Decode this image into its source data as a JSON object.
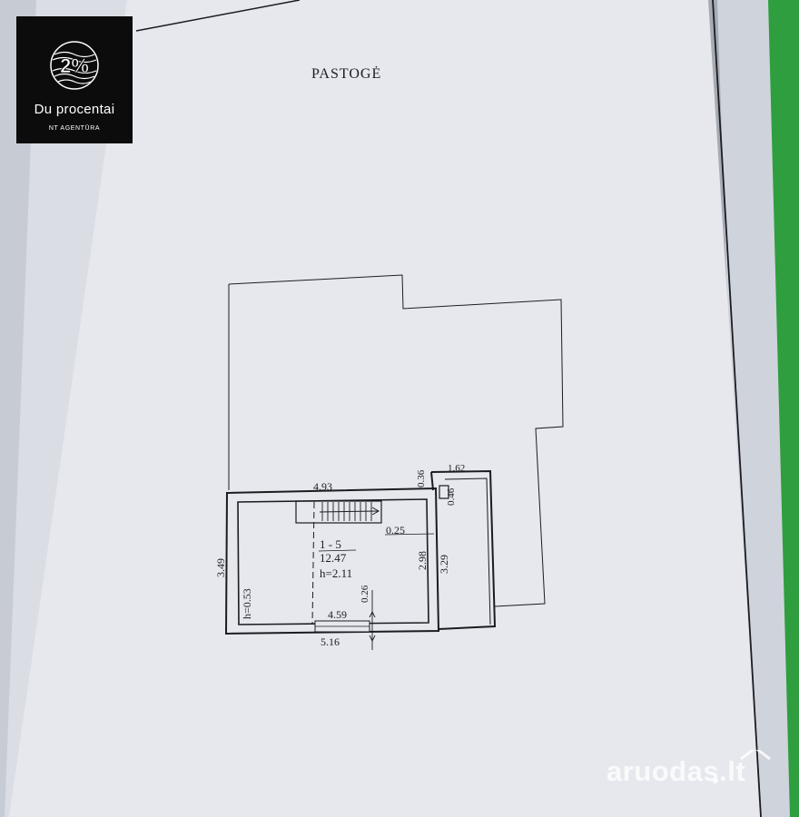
{
  "logo": {
    "number": "2%",
    "brand": "Du procentai",
    "subtitle": "NT AGENTŪRA"
  },
  "plan": {
    "title": "PASTOGĖ",
    "room_id": "1 - 5",
    "room_area": "12.47",
    "room_height": "h=2.11",
    "left_height": "h=0.53",
    "dims": {
      "top_width": "4.93",
      "top_gap": "0.36",
      "right_width": "1.62",
      "right_small": "0.46",
      "opening": "0.25",
      "inner_height": "2.98",
      "right_height": "3.29",
      "left_height": "3.49",
      "door": "0.26",
      "inner_width": "4.59",
      "outer_width": "5.16"
    }
  },
  "watermark": {
    "text": "aruodas.lt"
  },
  "colors": {
    "paper": "#e6e8ee",
    "line": "#1c1c20",
    "background": "#9fa4ad",
    "green": "#2f9e3f"
  }
}
